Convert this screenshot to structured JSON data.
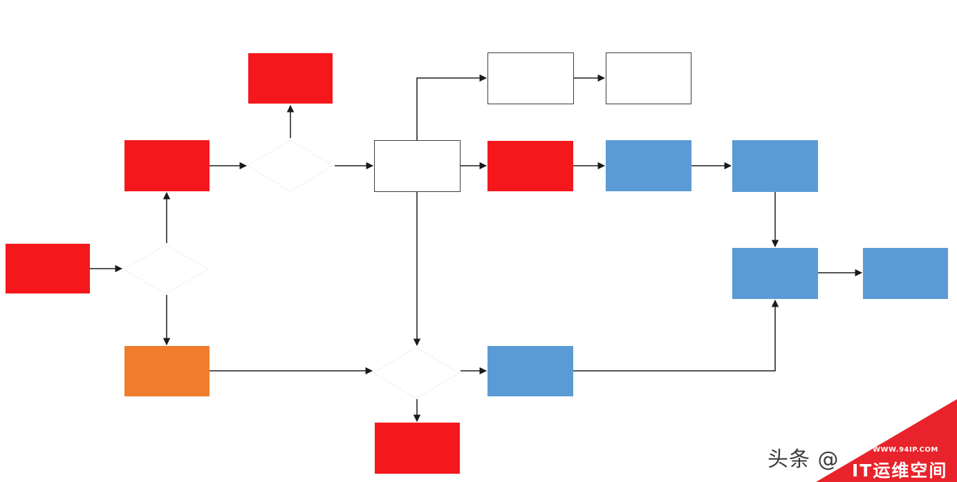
{
  "diagram": {
    "note": "",
    "nodes": {
      "n1": "",
      "n2": "",
      "n3": "",
      "n4": "",
      "n5": "",
      "n6": "",
      "n7": "",
      "n8": "",
      "n9": "",
      "n10": "",
      "n11": "",
      "n12": "",
      "n13": "",
      "n14": "",
      "n15": "",
      "n16": ""
    },
    "decisions": {
      "d1": "",
      "d2": "",
      "d3": ""
    },
    "edge_labels": {
      "yes_d1": "",
      "no_d1": "",
      "yes_d2": "",
      "no_d2": ""
    },
    "colors": {
      "red": "#f4171b",
      "orange": "#f07d2c",
      "blue": "#5b9bd5",
      "line": "#1a1a1a"
    }
  },
  "watermark": {
    "toutiao": "头条 @",
    "url": "WWW.94IP.COM",
    "brand": "IT运维空间"
  }
}
